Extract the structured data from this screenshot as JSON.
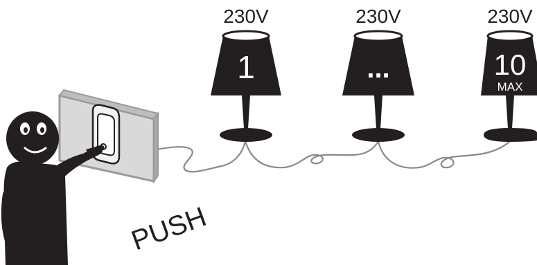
{
  "lamps": [
    {
      "voltage": "230V",
      "label": "1",
      "sublabel": ""
    },
    {
      "voltage": "230V",
      "label": "...",
      "sublabel": ""
    },
    {
      "voltage": "230V",
      "label": "10",
      "sublabel": "MAX"
    }
  ],
  "action_label": "PUSH",
  "icons": {
    "person": "person-pressing-icon",
    "switch": "wall-push-button-icon",
    "lamp": "table-lamp-icon",
    "cable": "cable-icon"
  },
  "colors": {
    "ink": "#231f20",
    "cable": "#8a8a8a",
    "plate": "#d9d9d9",
    "plate_edge": "#9a9a9a"
  }
}
